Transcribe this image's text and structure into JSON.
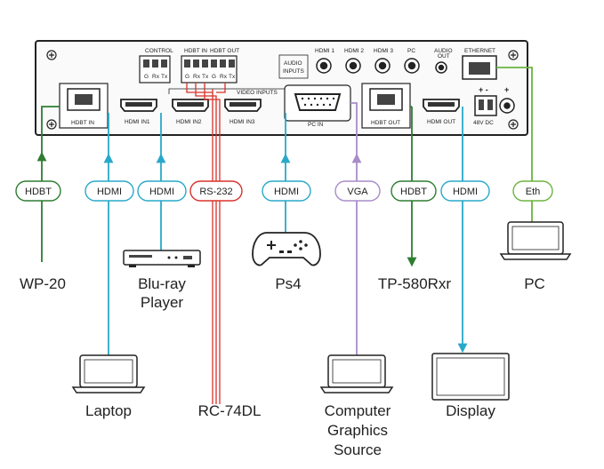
{
  "panel": {
    "control_label": "CONTROL",
    "control_pins": [
      "G",
      "Rx",
      "Tx"
    ],
    "hdbt_in_label": "HDBT IN",
    "hdbt_out_top_label": "HDBT OUT",
    "hdbt_pins": [
      "G",
      "Rx",
      "Tx",
      "G",
      "Rx",
      "Tx"
    ],
    "audio_inputs_line1": "AUDIO",
    "audio_inputs_line2": "INPUTS",
    "audio_hdmi1": "HDMI 1",
    "audio_hdmi2": "HDMI 2",
    "audio_hdmi3": "HDMI 3",
    "audio_pc": "PC",
    "audio_out_line1": "AUDIO",
    "audio_out_line2": "OUT",
    "ethernet_label": "ETHERNET",
    "video_inputs_label": "VIDEO INPUTS",
    "port_hdbt_in": "HDBT IN",
    "port_hdmi_in1": "HDMI IN1",
    "port_hdmi_in2": "HDMI IN2",
    "port_hdmi_in3": "HDMI IN3",
    "port_pc_in": "PC IN",
    "port_hdbt_out": "HDBT OUT",
    "port_hdmi_out": "HDMI OUT",
    "power_label": "48V DC",
    "power_polarity_left": "+ -",
    "power_polarity_right": "+"
  },
  "signals": {
    "hdbt_in": "HDBT",
    "hdmi_1": "HDMI",
    "hdmi_2": "HDMI",
    "rs232": "RS-232",
    "hdmi_3": "HDMI",
    "vga": "VGA",
    "hdbt_out": "HDBT",
    "hdmi_out": "HDMI",
    "eth": "Eth"
  },
  "devices": {
    "wp20": "WP-20",
    "bluray_line1": "Blu-ray",
    "bluray_line2": "Player",
    "ps4": "Ps4",
    "tp580": "TP-580Rxr",
    "pc": "PC",
    "laptop": "Laptop",
    "rc74dl": "RC-74DL",
    "cgs_line1": "Computer",
    "cgs_line2": "Graphics",
    "cgs_line3": "Source",
    "display": "Display"
  },
  "colors": {
    "hdbt": "#2e7d32",
    "hdmi": "#29a9c9",
    "rs232": "#d9322a",
    "vga": "#a98cc8",
    "ethernet": "#6cb33f"
  }
}
